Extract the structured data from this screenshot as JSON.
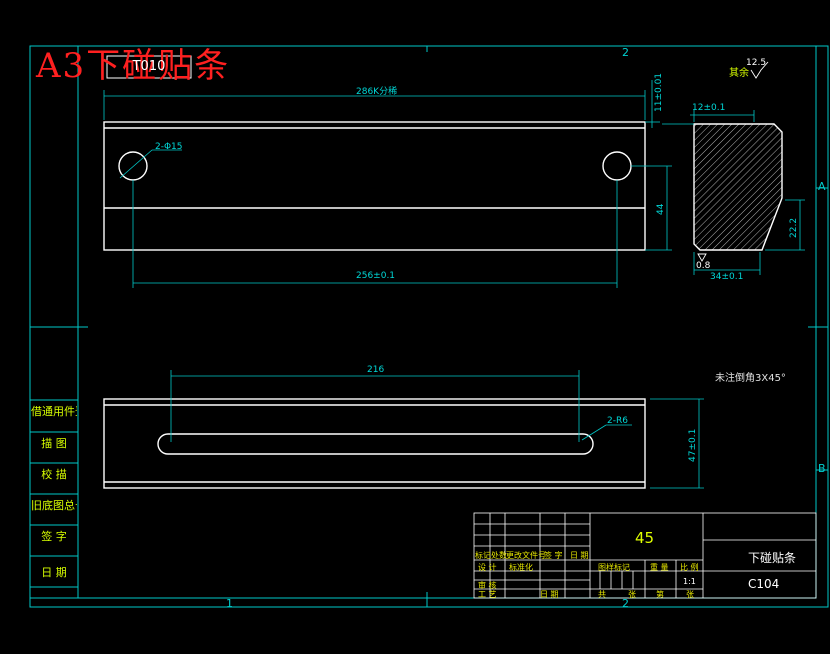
{
  "sheet": {
    "title": "A3下碰贴条",
    "code_box": "T010",
    "frame_numbers": {
      "top": "2",
      "bottom_left": "1",
      "bottom_right": "2",
      "right_top": "A",
      "right_bottom": "B"
    }
  },
  "side_labels": [
    "借通用件登记",
    "描 图",
    "校 描",
    "旧底图总号",
    "签 字",
    "日 期"
  ],
  "dimensions": {
    "top_overall": "286K分稀",
    "top_hole": "2-Φ15",
    "top_hole_spacing": "256±0.1",
    "top_height": "44",
    "top_thickness": "11±0.01",
    "section_width_top": "12±0.1",
    "section_width_bottom": "34±0.1",
    "section_height": "22.2",
    "section_roughness": "0.8",
    "roughness_other": "12.5",
    "roughness_other_label": "其余",
    "bottom_slot_length": "216",
    "bottom_slot_radius": "2-R6",
    "bottom_height": "47±0.1"
  },
  "notes": {
    "chamfer": "未注倒角3X45°"
  },
  "title_block": {
    "material": "45",
    "part_name": "下碰贴条",
    "drawing_no": "C104",
    "scale": "1:1",
    "headers": [
      "标记",
      "处数",
      "更改文件号",
      "签 字",
      "日 期"
    ],
    "row_labels": [
      "设 计",
      "审 核",
      "工 艺"
    ],
    "mid_labels": [
      "标准化",
      "日 期"
    ],
    "right_headers": [
      "图样标记",
      "重 量",
      "比 例"
    ],
    "bottom_labels": [
      "共",
      "张",
      "第",
      "张"
    ]
  }
}
